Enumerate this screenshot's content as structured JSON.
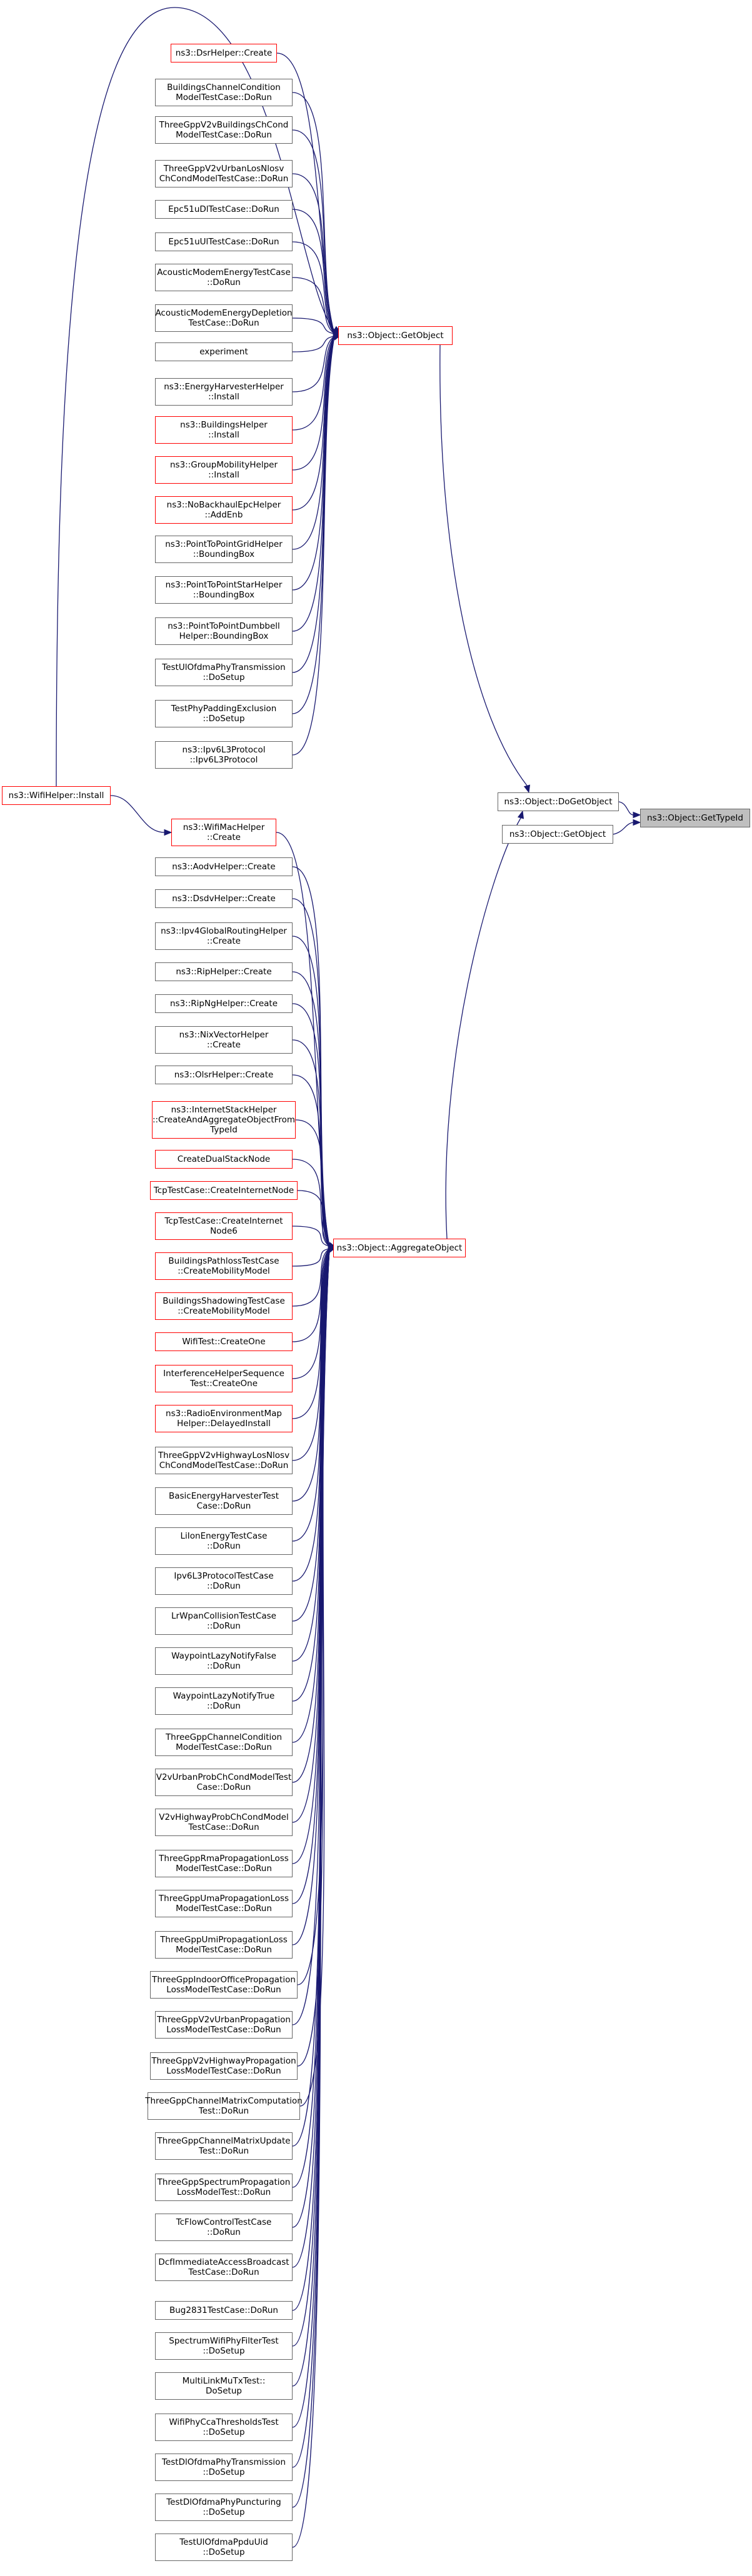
{
  "graph": {
    "colors": {
      "edge": "#191970",
      "incomplete_border": "#ff0000",
      "normal_border": "#666666",
      "root_fill": "#bfbfbf"
    },
    "nodes": {
      "root": {
        "label": "ns3::Object::GetTypeId",
        "style": "root"
      },
      "doget": {
        "label": "ns3::Object::DoGetObject",
        "style": "normal"
      },
      "getobj2": {
        "label": "ns3::Object::GetObject",
        "style": "normal"
      },
      "getobj": {
        "label": "ns3::Object::GetObject",
        "style": "red"
      },
      "aggregate": {
        "label": "ns3::Object::AggregateObject",
        "style": "red"
      },
      "wifiinstall": {
        "label": "ns3::WifiHelper::Install",
        "style": "red"
      },
      "dsr": {
        "label": "ns3::DsrHelper::Create",
        "style": "red"
      },
      "g1": {
        "label": "BuildingsChannelCondition\nModelTestCase::DoRun",
        "style": "normal"
      },
      "g2": {
        "label": "ThreeGppV2vBuildingsChCond\nModelTestCase::DoRun",
        "style": "normal"
      },
      "g3": {
        "label": "ThreeGppV2vUrbanLosNlosv\nChCondModelTestCase::DoRun",
        "style": "normal"
      },
      "g4": {
        "label": "Epc51uDlTestCase::DoRun",
        "style": "normal"
      },
      "g5": {
        "label": "Epc51uUlTestCase::DoRun",
        "style": "normal"
      },
      "g6": {
        "label": "AcousticModemEnergyTestCase\n::DoRun",
        "style": "normal"
      },
      "g7": {
        "label": "AcousticModemEnergyDepletion\nTestCase::DoRun",
        "style": "normal"
      },
      "g8": {
        "label": "experiment",
        "style": "normal"
      },
      "g9": {
        "label": "ns3::EnergyHarvesterHelper\n::Install",
        "style": "normal"
      },
      "g10": {
        "label": "ns3::BuildingsHelper\n::Install",
        "style": "red"
      },
      "g11": {
        "label": "ns3::GroupMobilityHelper\n::Install",
        "style": "red"
      },
      "g12": {
        "label": "ns3::NoBackhaulEpcHelper\n::AddEnb",
        "style": "red"
      },
      "g13": {
        "label": "ns3::PointToPointGridHelper\n::BoundingBox",
        "style": "normal"
      },
      "g14": {
        "label": "ns3::PointToPointStarHelper\n::BoundingBox",
        "style": "normal"
      },
      "g15": {
        "label": "ns3::PointToPointDumbbell\nHelper::BoundingBox",
        "style": "normal"
      },
      "g16": {
        "label": "TestUlOfdmaPhyTransmission\n::DoSetup",
        "style": "normal"
      },
      "g17": {
        "label": "TestPhyPaddingExclusion\n::DoSetup",
        "style": "normal"
      },
      "g18": {
        "label": "ns3::Ipv6L3Protocol\n::Ipv6L3Protocol",
        "style": "normal"
      },
      "wifimac": {
        "label": "ns3::WifiMacHelper\n::Create",
        "style": "red"
      },
      "a1": {
        "label": "ns3::AodvHelper::Create",
        "style": "normal"
      },
      "a2": {
        "label": "ns3::DsdvHelper::Create",
        "style": "normal"
      },
      "a3": {
        "label": "ns3::Ipv4GlobalRoutingHelper\n::Create",
        "style": "normal"
      },
      "a4": {
        "label": "ns3::RipHelper::Create",
        "style": "normal"
      },
      "a5": {
        "label": "ns3::RipNgHelper::Create",
        "style": "normal"
      },
      "a6": {
        "label": "ns3::NixVectorHelper\n::Create",
        "style": "normal"
      },
      "a7": {
        "label": "ns3::OlsrHelper::Create",
        "style": "normal"
      },
      "a8": {
        "label": "ns3::InternetStackHelper\n::CreateAndAggregateObjectFrom\nTypeId",
        "style": "red"
      },
      "a9": {
        "label": "CreateDualStackNode",
        "style": "red"
      },
      "a10": {
        "label": "TcpTestCase::CreateInternetNode",
        "style": "red"
      },
      "a11": {
        "label": "TcpTestCase::CreateInternet\nNode6",
        "style": "red"
      },
      "a12": {
        "label": "BuildingsPathlossTestCase\n::CreateMobilityModel",
        "style": "red"
      },
      "a13": {
        "label": "BuildingsShadowingTestCase\n::CreateMobilityModel",
        "style": "red"
      },
      "a14": {
        "label": "WifiTest::CreateOne",
        "style": "red"
      },
      "a15": {
        "label": "InterferenceHelperSequence\nTest::CreateOne",
        "style": "red"
      },
      "a16": {
        "label": "ns3::RadioEnvironmentMap\nHelper::DelayedInstall",
        "style": "red"
      },
      "a17": {
        "label": "ThreeGppV2vHighwayLosNlosv\nChCondModelTestCase::DoRun",
        "style": "normal"
      },
      "a18": {
        "label": "BasicEnergyHarvesterTest\nCase::DoRun",
        "style": "normal"
      },
      "a19": {
        "label": "LiIonEnergyTestCase\n::DoRun",
        "style": "normal"
      },
      "a20": {
        "label": "Ipv6L3ProtocolTestCase\n::DoRun",
        "style": "normal"
      },
      "a21": {
        "label": "LrWpanCollisionTestCase\n::DoRun",
        "style": "normal"
      },
      "a22": {
        "label": "WaypointLazyNotifyFalse\n::DoRun",
        "style": "normal"
      },
      "a23": {
        "label": "WaypointLazyNotifyTrue\n::DoRun",
        "style": "normal"
      },
      "a24": {
        "label": "ThreeGppChannelCondition\nModelTestCase::DoRun",
        "style": "normal"
      },
      "a25": {
        "label": "V2vUrbanProbChCondModelTest\nCase::DoRun",
        "style": "normal"
      },
      "a26": {
        "label": "V2vHighwayProbChCondModel\nTestCase::DoRun",
        "style": "normal"
      },
      "a27": {
        "label": "ThreeGppRmaPropagationLoss\nModelTestCase::DoRun",
        "style": "normal"
      },
      "a28": {
        "label": "ThreeGppUmaPropagationLoss\nModelTestCase::DoRun",
        "style": "normal"
      },
      "a29": {
        "label": "ThreeGppUmiPropagationLoss\nModelTestCase::DoRun",
        "style": "normal"
      },
      "a30": {
        "label": "ThreeGppIndoorOfficePropagation\nLossModelTestCase::DoRun",
        "style": "normal"
      },
      "a31": {
        "label": "ThreeGppV2vUrbanPropagation\nLossModelTestCase::DoRun",
        "style": "normal"
      },
      "a32": {
        "label": "ThreeGppV2vHighwayPropagation\nLossModelTestCase::DoRun",
        "style": "normal"
      },
      "a33": {
        "label": "ThreeGppChannelMatrixComputation\nTest::DoRun",
        "style": "normal"
      },
      "a34": {
        "label": "ThreeGppChannelMatrixUpdate\nTest::DoRun",
        "style": "normal"
      },
      "a35": {
        "label": "ThreeGppSpectrumPropagation\nLossModelTest::DoRun",
        "style": "normal"
      },
      "a36": {
        "label": "TcFlowControlTestCase\n::DoRun",
        "style": "normal"
      },
      "a37": {
        "label": "DcfImmediateAccessBroadcast\nTestCase::DoRun",
        "style": "normal"
      },
      "a38": {
        "label": "Bug2831TestCase::DoRun",
        "style": "normal"
      },
      "a39": {
        "label": "SpectrumWifiPhyFilterTest\n::DoSetup",
        "style": "normal"
      },
      "a40": {
        "label": "MultiLinkMuTxTest::\nDoSetup",
        "style": "normal"
      },
      "a41": {
        "label": "WifiPhyCcaThresholdsTest\n::DoSetup",
        "style": "normal"
      },
      "a42": {
        "label": "TestDlOfdmaPhyTransmission\n::DoSetup",
        "style": "normal"
      },
      "a43": {
        "label": "TestDlOfdmaPhyPuncturing\n::DoSetup",
        "style": "normal"
      },
      "a44": {
        "label": "TestUlOfdmaPpduUid\n::DoSetup",
        "style": "normal"
      }
    }
  }
}
